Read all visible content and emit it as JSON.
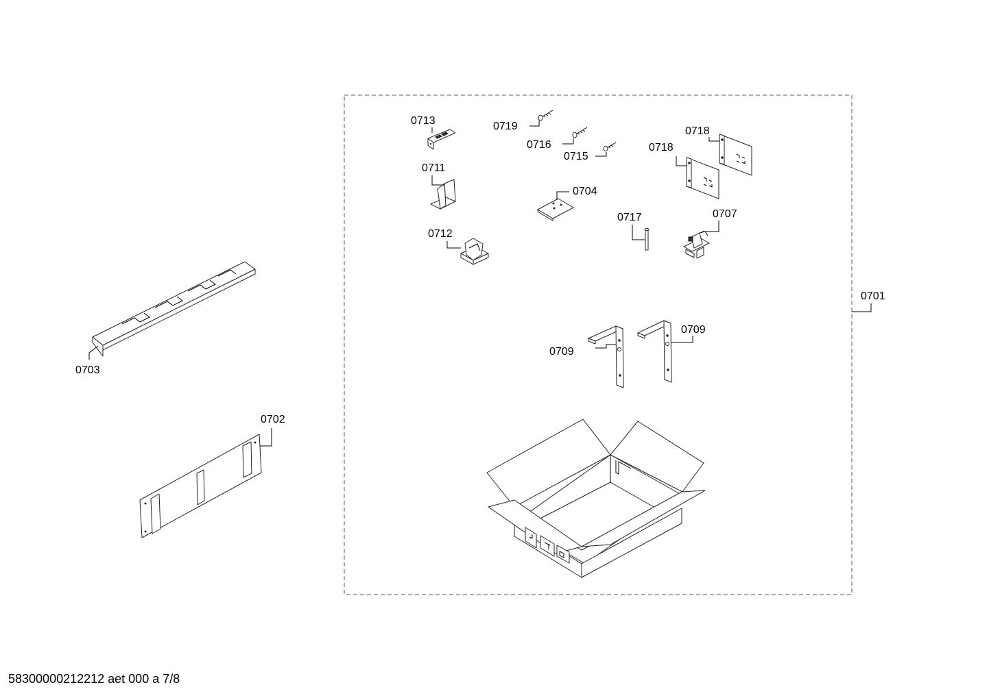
{
  "labels": {
    "p0701": "0701",
    "p0702": "0702",
    "p0703": "0703",
    "p0704": "0704",
    "p0707": "0707",
    "p0709a": "0709",
    "p0709b": "0709",
    "p0711": "0711",
    "p0712": "0712",
    "p0713": "0713",
    "p0715": "0715",
    "p0716": "0716",
    "p0717": "0717",
    "p0718a": "0718",
    "p0718b": "0718",
    "p0719": "0719"
  },
  "footer": "58300000212212 aet 000 a 7/8"
}
